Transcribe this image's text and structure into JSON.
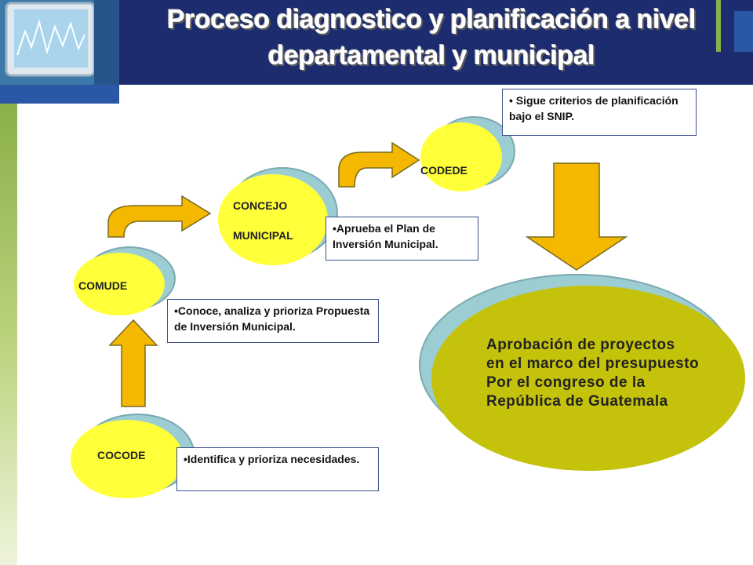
{
  "slide": {
    "title": "Proceso diagnostico y  planificación a nivel departamental y municipal"
  },
  "nodes": {
    "cocode": {
      "label": "COCODE",
      "description": "•Identifica y prioriza necesidades."
    },
    "comude": {
      "label": "COMUDE",
      "description": "•Conoce, analiza y prioriza Propuesta de Inversión Municipal."
    },
    "concejo": {
      "label_line1": "CONCEJO",
      "label_line2": "MUNICIPAL",
      "description": "•Aprueba el Plan de Inversión Municipal."
    },
    "codede": {
      "label": "CODEDE",
      "description": "• Sigue criterios  de planificación bajo el SNIP."
    }
  },
  "final": {
    "lines": [
      "Aprobación de proyectos",
      "en el marco del presupuesto",
      "Por  el congreso de la",
      "República de Guatemala"
    ]
  },
  "colors": {
    "header": "#1d2c6e",
    "accent_blue": "#2a57a6",
    "accent_green": "#8ab04a",
    "node_yellow": "#ffff3a",
    "node_shadow": "#9ccdd3",
    "arrow_fill": "#f5b800",
    "final_fill": "#c4c20a"
  }
}
